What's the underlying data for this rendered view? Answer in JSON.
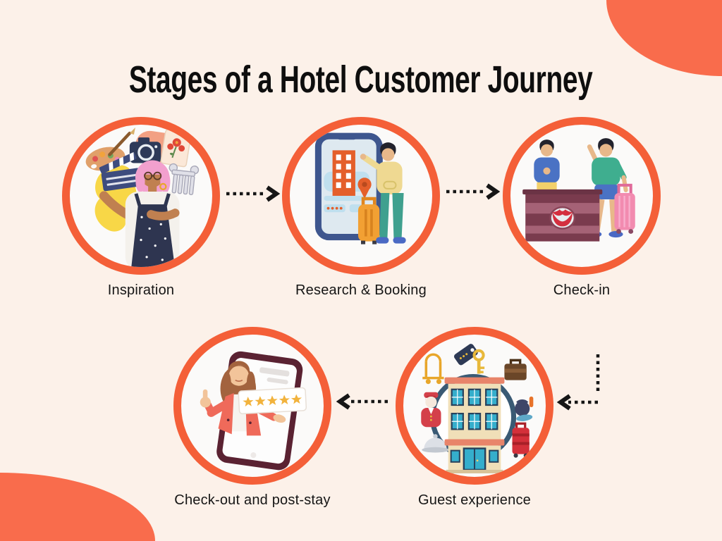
{
  "title": "Stages of a Hotel Customer Journey",
  "colors": {
    "background": "#FCF1E9",
    "circle_ring": "#F45F38",
    "corner_shape": "#F96C4C",
    "circle_fill": "#FBFAF9",
    "arrow": "#161616",
    "title_text": "#0E0E0E",
    "label_text": "#151515",
    "star_rating": "#F2B33D"
  },
  "stages": [
    {
      "id": "inspiration",
      "label": "Inspiration",
      "icon": "inspiration-illustration",
      "row": "top",
      "order": 1
    },
    {
      "id": "research-booking",
      "label": "Research & Booking",
      "icon": "mobile-booking-illustration",
      "row": "top",
      "order": 2
    },
    {
      "id": "check-in",
      "label": "Check-in",
      "icon": "reception-desk-illustration",
      "row": "top",
      "order": 3
    },
    {
      "id": "guest-experience",
      "label": "Guest experience",
      "icon": "hotel-amenities-illustration",
      "row": "bottom",
      "order": 4
    },
    {
      "id": "check-out",
      "label": "Check-out and post-stay",
      "icon": "review-phone-illustration",
      "row": "bottom",
      "order": 5
    }
  ],
  "arrows": [
    {
      "from": "inspiration",
      "to": "research-booking",
      "style": "dotted",
      "direction": "right"
    },
    {
      "from": "research-booking",
      "to": "check-in",
      "style": "dotted",
      "direction": "right"
    },
    {
      "from": "check-in",
      "to": "guest-experience",
      "style": "dotted",
      "direction": "down-then-left"
    },
    {
      "from": "guest-experience",
      "to": "check-out",
      "style": "dotted",
      "direction": "left"
    }
  ]
}
